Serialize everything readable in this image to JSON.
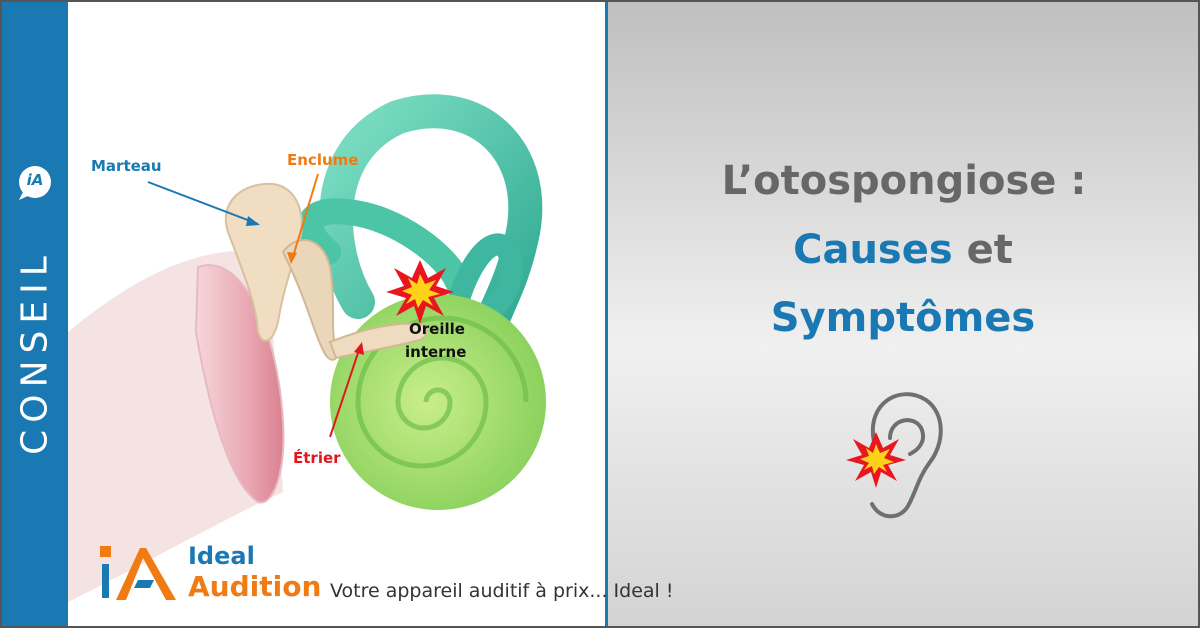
{
  "sidebar": {
    "label": "CONSEIL",
    "badge": "iA"
  },
  "diagram": {
    "labels": {
      "marteau": "Marteau",
      "enclume": "Enclume",
      "oreille_interne_1": "Oreille",
      "oreille_interne_2": "interne",
      "etrier": "Étrier"
    },
    "colors": {
      "marteau": "#1a79b3",
      "enclume": "#f07b12",
      "etrier": "#e0181e",
      "cochlea": "#5fd0a8",
      "canals": "#3fb7a0"
    }
  },
  "headline": {
    "line1": "L’otospongiose :",
    "line2_blue": "Causes",
    "line2_rest": " et",
    "line3": "Symptômes"
  },
  "brand": {
    "logo_letters": "iA",
    "word1": "Ideal",
    "word2": "Audition",
    "slogan": "Votre appareil auditif à prix... Ideal !",
    "colors": {
      "blue": "#1a79b3",
      "orange": "#f07b12"
    }
  },
  "icons": [
    "speech-bubble-icon",
    "explosion-icon",
    "ear-icon"
  ]
}
